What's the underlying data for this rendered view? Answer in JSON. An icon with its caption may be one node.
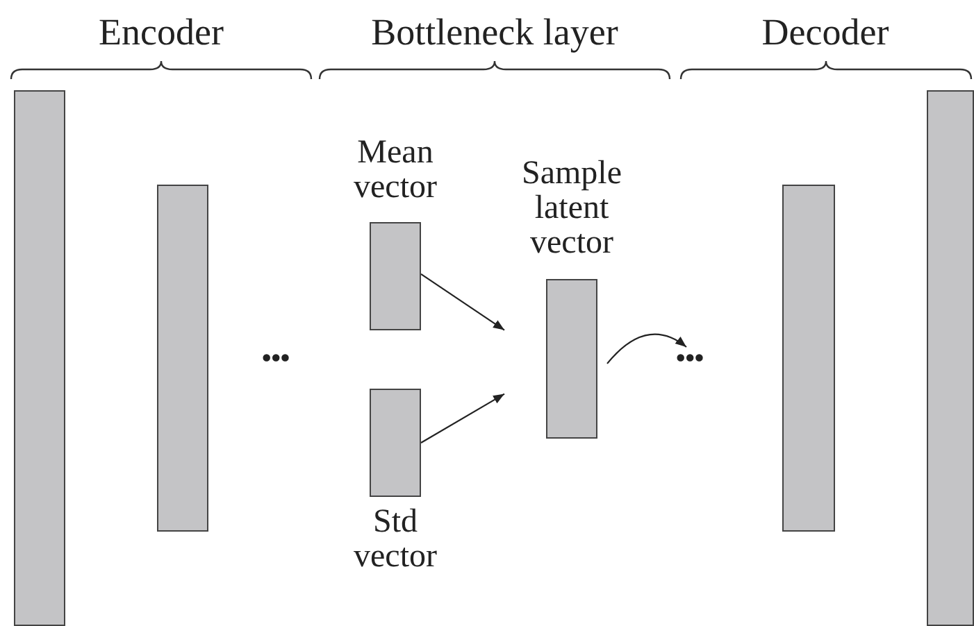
{
  "diagram": {
    "nodes": [
      {
        "text": [],
        "shape": "bar"
      },
      {
        "text": [],
        "shape": "bar"
      },
      {
        "text": [
          "Mean vector"
        ]
      },
      {
        "text": [
          "Std vector"
        ]
      },
      {
        "text": [
          "Sample latent vector"
        ]
      },
      {
        "text": [
          "•••"
        ]
      },
      {
        "text": [],
        "shape": "bar"
      },
      {
        "text": [],
        "shape": "bar"
      }
    ],
    "edges": [
      {
        "from": 2,
        "to": 4,
        "arrow": "to"
      },
      {
        "from": 3,
        "to": 4,
        "arrow": "to"
      },
      {
        "from": 4,
        "to": 5,
        "arrow": "to"
      }
    ],
    "labels": [
      "Encoder",
      "Bottleneck layer",
      "Decoder",
      "•••"
    ]
  }
}
